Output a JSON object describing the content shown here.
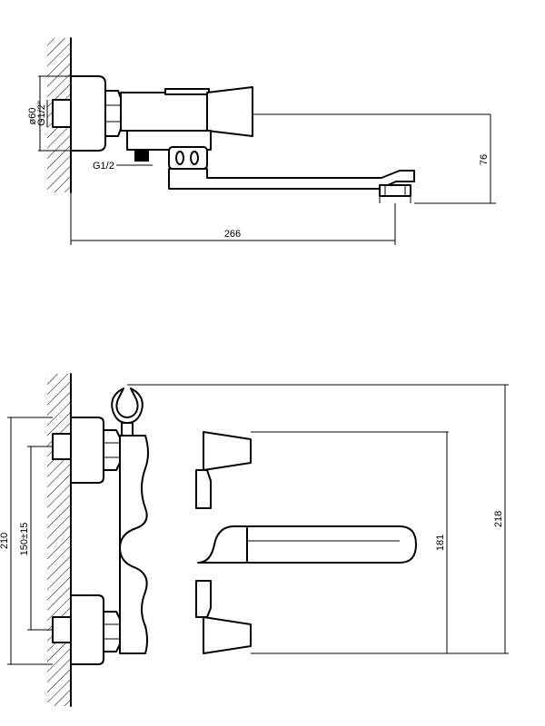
{
  "top_view": {
    "dim_width": "266",
    "dim_height": "76",
    "dim_flange_dia": "ø60",
    "dim_thread_wall": "G1/2\"",
    "dim_thread_outlet": "G1/2"
  },
  "front_view": {
    "dim_total_height": "218",
    "dim_body_height": "181",
    "dim_overall": "210",
    "dim_centers": "150±15"
  }
}
